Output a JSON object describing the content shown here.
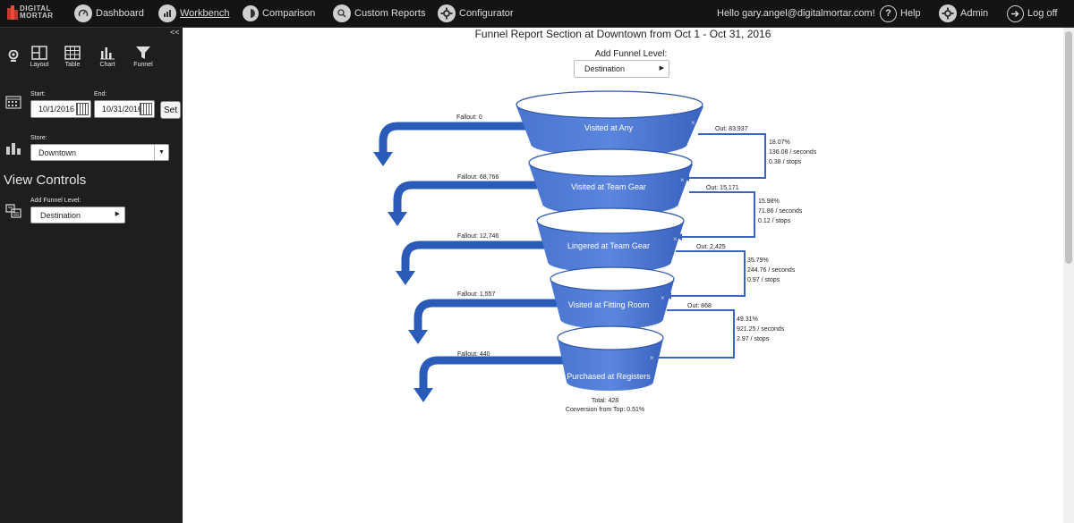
{
  "brand": {
    "line1": "DIGITAL",
    "line2": "MORTAR"
  },
  "nav": {
    "dashboard": "Dashboard",
    "workbench": "Workbench",
    "comparison": "Comparison",
    "custom_reports": "Custom Reports",
    "configurator": "Configurator",
    "greeting": "Hello gary.angel@digitalmortar.com!",
    "help": "Help",
    "admin": "Admin",
    "logoff": "Log off"
  },
  "sidebar": {
    "collapse": "<<",
    "tools": [
      "Layout",
      "Table",
      "Chart",
      "Funnel"
    ],
    "start_label": "Start:",
    "end_label": "End:",
    "start_value": "10/1/2016",
    "end_value": "10/31/2016",
    "set_label": "Set",
    "store_label": "Store:",
    "store_value": "Downtown",
    "view_controls": "View Controls",
    "funnel_level_label": "Add Funnel Level:",
    "funnel_level_value": "Destination"
  },
  "report": {
    "title": "Funnel Report Section at Downtown from Oct 1 - Oct 31, 2016",
    "add_level_label": "Add Funnel Level:",
    "add_level_value": "Destination",
    "stages": [
      {
        "label": "Visited at Any",
        "fallout": "Fallout: 0",
        "out": "Out: 83,937"
      },
      {
        "label": "Visited at Team Gear",
        "fallout": "Fallout: 68,766",
        "out": "Out: 15,171"
      },
      {
        "label": "Lingered at Team Gear",
        "fallout": "Fallout: 12,746",
        "out": "Out: 2,425"
      },
      {
        "label": "Visited at Fitting Room",
        "fallout": "Fallout: 1,557",
        "out": "Out: 868"
      },
      {
        "label": "Purchased at Registers",
        "fallout": "Fallout: 440"
      }
    ],
    "transitions": [
      {
        "pct": "18.07%",
        "seconds": "136.08 / seconds",
        "stops": "0.38 / stops"
      },
      {
        "pct": "15.98%",
        "seconds": "71.86 / seconds",
        "stops": "0.12 / stops"
      },
      {
        "pct": "35.79%",
        "seconds": "244.76 / seconds",
        "stops": "0.97 / stops"
      },
      {
        "pct": "49.31%",
        "seconds": "921.25 / seconds",
        "stops": "2.97 / stops"
      }
    ],
    "total": "Total: 428",
    "conversion": "Conversion from Top: 0.51%"
  },
  "colors": {
    "funnel_blue": "#3a64c4",
    "arrow_blue": "#2a5bb8"
  }
}
